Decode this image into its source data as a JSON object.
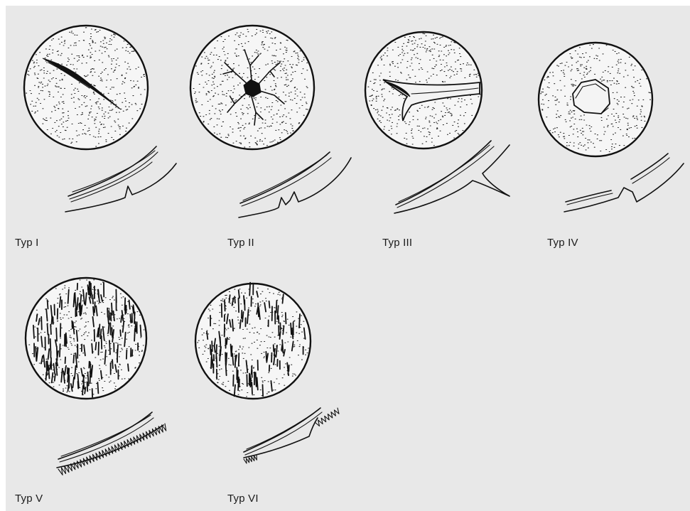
{
  "figures": [
    {
      "id": "typ-1",
      "label": "Typ I"
    },
    {
      "id": "typ-2",
      "label": "Typ II"
    },
    {
      "id": "typ-3",
      "label": "Typ III"
    },
    {
      "id": "typ-4",
      "label": "Typ IV"
    },
    {
      "id": "typ-5",
      "label": "Typ V"
    },
    {
      "id": "typ-6",
      "label": "Typ VI"
    }
  ]
}
